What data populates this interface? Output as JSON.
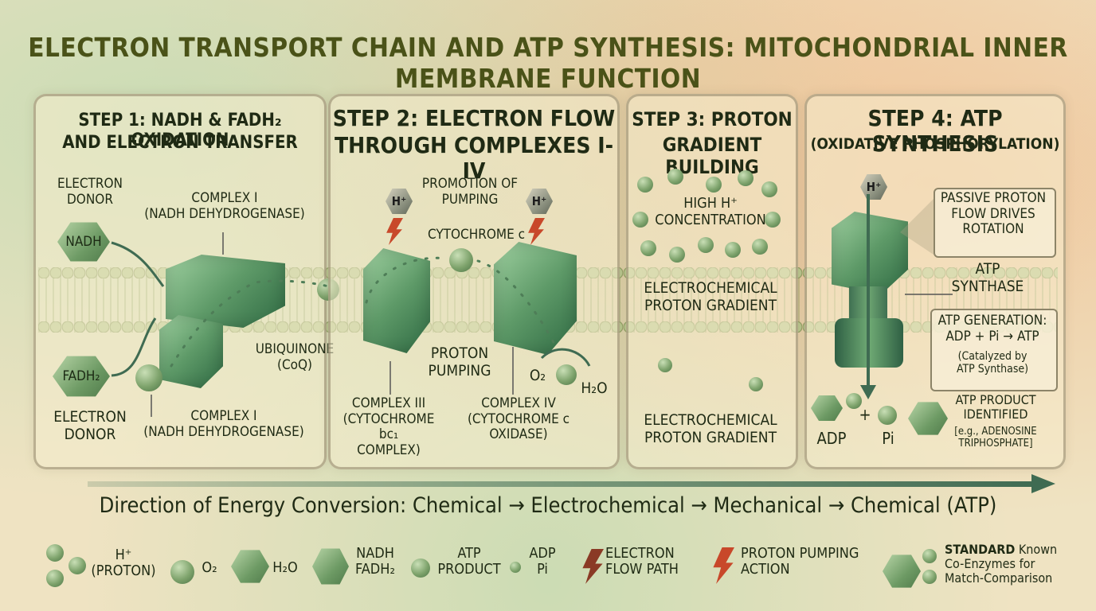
{
  "title": "ELECTRON TRANSPORT CHAIN AND ATP SYNTHESIS: MITOCHONDRIAL INNER MEMBRANE FUNCTION",
  "steps": [
    {
      "heading_line1": "STEP 1: NADH & FADH₂ OXIDATION",
      "heading_line2": "AND ELECTRON TRANSFER",
      "labels": {
        "electron_donor_top": "ELECTRON\nDONOR",
        "nadh": "NADH",
        "complex_i_top": "COMPLEX I\n(NADH DEHYDROGENASE)",
        "fadh2": "FADH₂",
        "electron_donor_bottom": "ELECTRON\nDONOR",
        "complex_i_bottom": "COMPLEX I\n(NADH DEHYDROGENASE)",
        "ubiquinone": "UBIQUINONE\n(CoQ)"
      }
    },
    {
      "heading_line1": "STEP 2: ELECTRON FLOW",
      "heading_line2": "THROUGH COMPLEXES I-IV",
      "labels": {
        "promotion": "PROMOTION OF\nPUMPING",
        "cytochrome_c": "CYTOCHROME c",
        "proton_pumping": "PROTON\nPUMPING",
        "complex_iii": "COMPLEX III\n(CYTOCHROME bc₁\nCOMPLEX)",
        "complex_iv": "COMPLEX IV\n(CYTOCHROME c\nOXIDASE)",
        "o2": "O₂",
        "h2o": "H₂O",
        "h_plus": "H⁺"
      }
    },
    {
      "heading_line1": "STEP 3: PROTON",
      "heading_line2": "GRADIENT BUILDING",
      "labels": {
        "high_h": "HIGH H⁺\nCONCENTRATION",
        "gradient_top": "ELECTROCHEMICAL\nPROTON GRADIENT",
        "gradient_bottom": "ELECTROCHEMICAL\nPROTON GRADIENT"
      }
    },
    {
      "heading_line1": "STEP 4: ATP SYNTHESIS",
      "heading_line2": "(OXIDATIVE PHOSPHORYLATION)",
      "labels": {
        "h_plus": "H⁺",
        "passive": "PASSIVE PROTON\nFLOW DRIVES\nROTATION",
        "atp_synthase": "ATP\nSYNTHASE",
        "generation": "ATP GENERATION:\nADP + Pi → ATP",
        "catalyzed": "(Catalyzed by\nATP Synthase)",
        "product_head": "ATP PRODUCT\nIDENTIFIED",
        "product_note": "[e.g., ADENOSINE\nTRIPHOSPHATE]",
        "adp": "ADP",
        "plus": "+",
        "pi": "Pi"
      }
    }
  ],
  "direction": "Direction of Energy Conversion: Chemical → Electrochemical → Mechanical → Chemical (ATP)",
  "legend": [
    {
      "icon": "proton-cluster",
      "label": "H⁺\n(PROTON)"
    },
    {
      "icon": "o2-ball",
      "label": "O₂"
    },
    {
      "icon": "h2o-ball",
      "label": "H₂O"
    },
    {
      "icon": "nadh-ball",
      "label": "NADH\nFADH₂"
    },
    {
      "icon": "atp-ball",
      "label": "ATP\nPRODUCT"
    },
    {
      "icon": "adp-dot",
      "label": "ADP\nPi"
    },
    {
      "icon": "electron-flow-bolt",
      "label": "ELECTRON\nFLOW PATH"
    },
    {
      "icon": "proton-pump-bolt",
      "label": "PROTON PUMPING\nACTION"
    },
    {
      "icon": "coenzyme-cluster",
      "label_bold": "STANDARD",
      "label_rest": " Known\nCo-Enzymes for\nMatch-Comparison"
    }
  ],
  "colors": {
    "title": "#4a5218",
    "protein": "#5e9a68",
    "bolt": "#c8482a",
    "arrow": "#3f6b52"
  }
}
